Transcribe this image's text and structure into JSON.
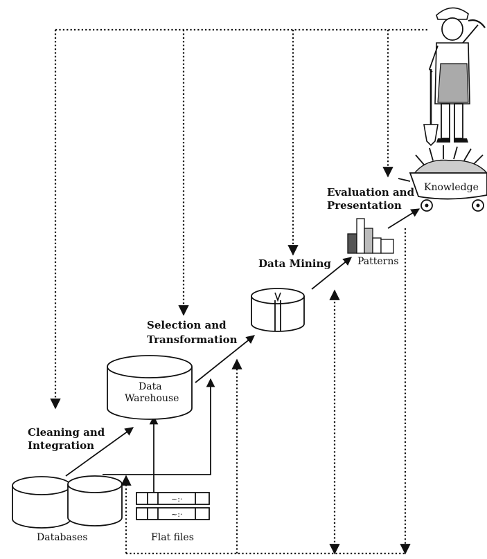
{
  "labels": {
    "knowledge": "Knowledge",
    "evaluation_line1": "Evaluation and",
    "evaluation_line2": "Presentation",
    "patterns": "Patterns",
    "data_mining": "Data Mining",
    "selection_line1": "Selection and",
    "selection_line2": "Transformation",
    "warehouse_line1": "Data",
    "warehouse_line2": "Warehouse",
    "cleaning_line1": "Cleaning and",
    "cleaning_line2": "Integration",
    "databases": "Databases",
    "flat_files": "Flat files"
  },
  "icons": {
    "miner": "miner-with-shovel-icon",
    "cart": "knowledge-cart-icon",
    "patterns": "bar-chart-icon",
    "data_mining": "cylinder-wedge-icon",
    "warehouse": "cylinder-icon",
    "databases": "cylinder-icon",
    "flat_files": "file-record-icon"
  }
}
